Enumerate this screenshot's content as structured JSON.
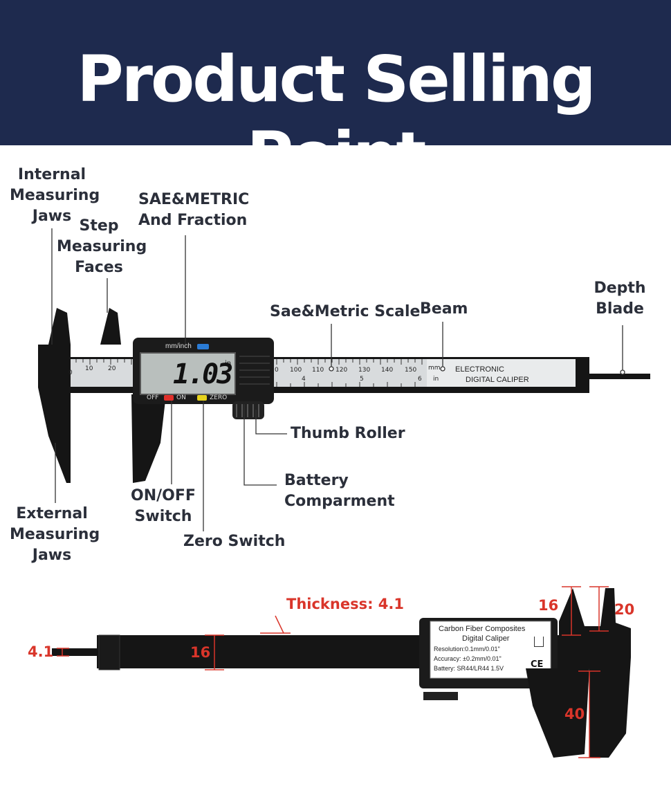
{
  "banner": {
    "title": "Product Selling Point"
  },
  "labels": {
    "internal_jaws": "Internal\nMeasuring\nJaws",
    "step_faces": "Step\nMeasuring\nFaces",
    "sae_metric_fraction": "SAE&METRIC\nAnd Fraction",
    "depth_blade": "Depth\nBlade",
    "scale": "Sae&Metric Scale",
    "beam": "Beam",
    "thumb_roller": "Thumb Roller",
    "battery": "Battery\nComparment",
    "on_off": "ON/OFF\nSwitch",
    "zero_switch": "Zero Switch",
    "external_jaws": "External\nMeasuring\nJaws"
  },
  "caliper_top": {
    "unit_button": "mm/inch",
    "display_value": "1.03",
    "display_unit": "in",
    "off_label": "OFF",
    "on_label": "ON",
    "zero_label": "ZERO",
    "beam_text_line1": "ELECTRONIC",
    "beam_text_line2": "DIGITAL CALIPER",
    "mm_label": "mm",
    "in_label": "in",
    "left_scale": [
      "0",
      "10",
      "20"
    ],
    "right_scale": [
      "0",
      "100",
      "110",
      "120",
      "130",
      "140",
      "150"
    ],
    "inch_marks": [
      "4",
      "5",
      "6"
    ]
  },
  "dimensions": {
    "thickness": "Thickness: 4.1",
    "blade": "4.1",
    "beam_width": "16",
    "jaw_top_left": "16",
    "jaw_top_right": "20",
    "jaw_bottom": "40"
  },
  "caliper_bottom": {
    "label_line1": "Carbon Fiber Composites",
    "label_line2": "Digital Caliper",
    "resolution": "Resolution:0.1mm/0.01\"",
    "accuracy": "Accuracy: ±0.2mm/0.01\"",
    "battery": "Battery: SR44/LR44 1.5V",
    "ce_mark": "CE"
  },
  "colors": {
    "banner": "#1e2a4e",
    "dimension": "#d9352a",
    "label": "#2b2f3a",
    "body": "#151515"
  }
}
